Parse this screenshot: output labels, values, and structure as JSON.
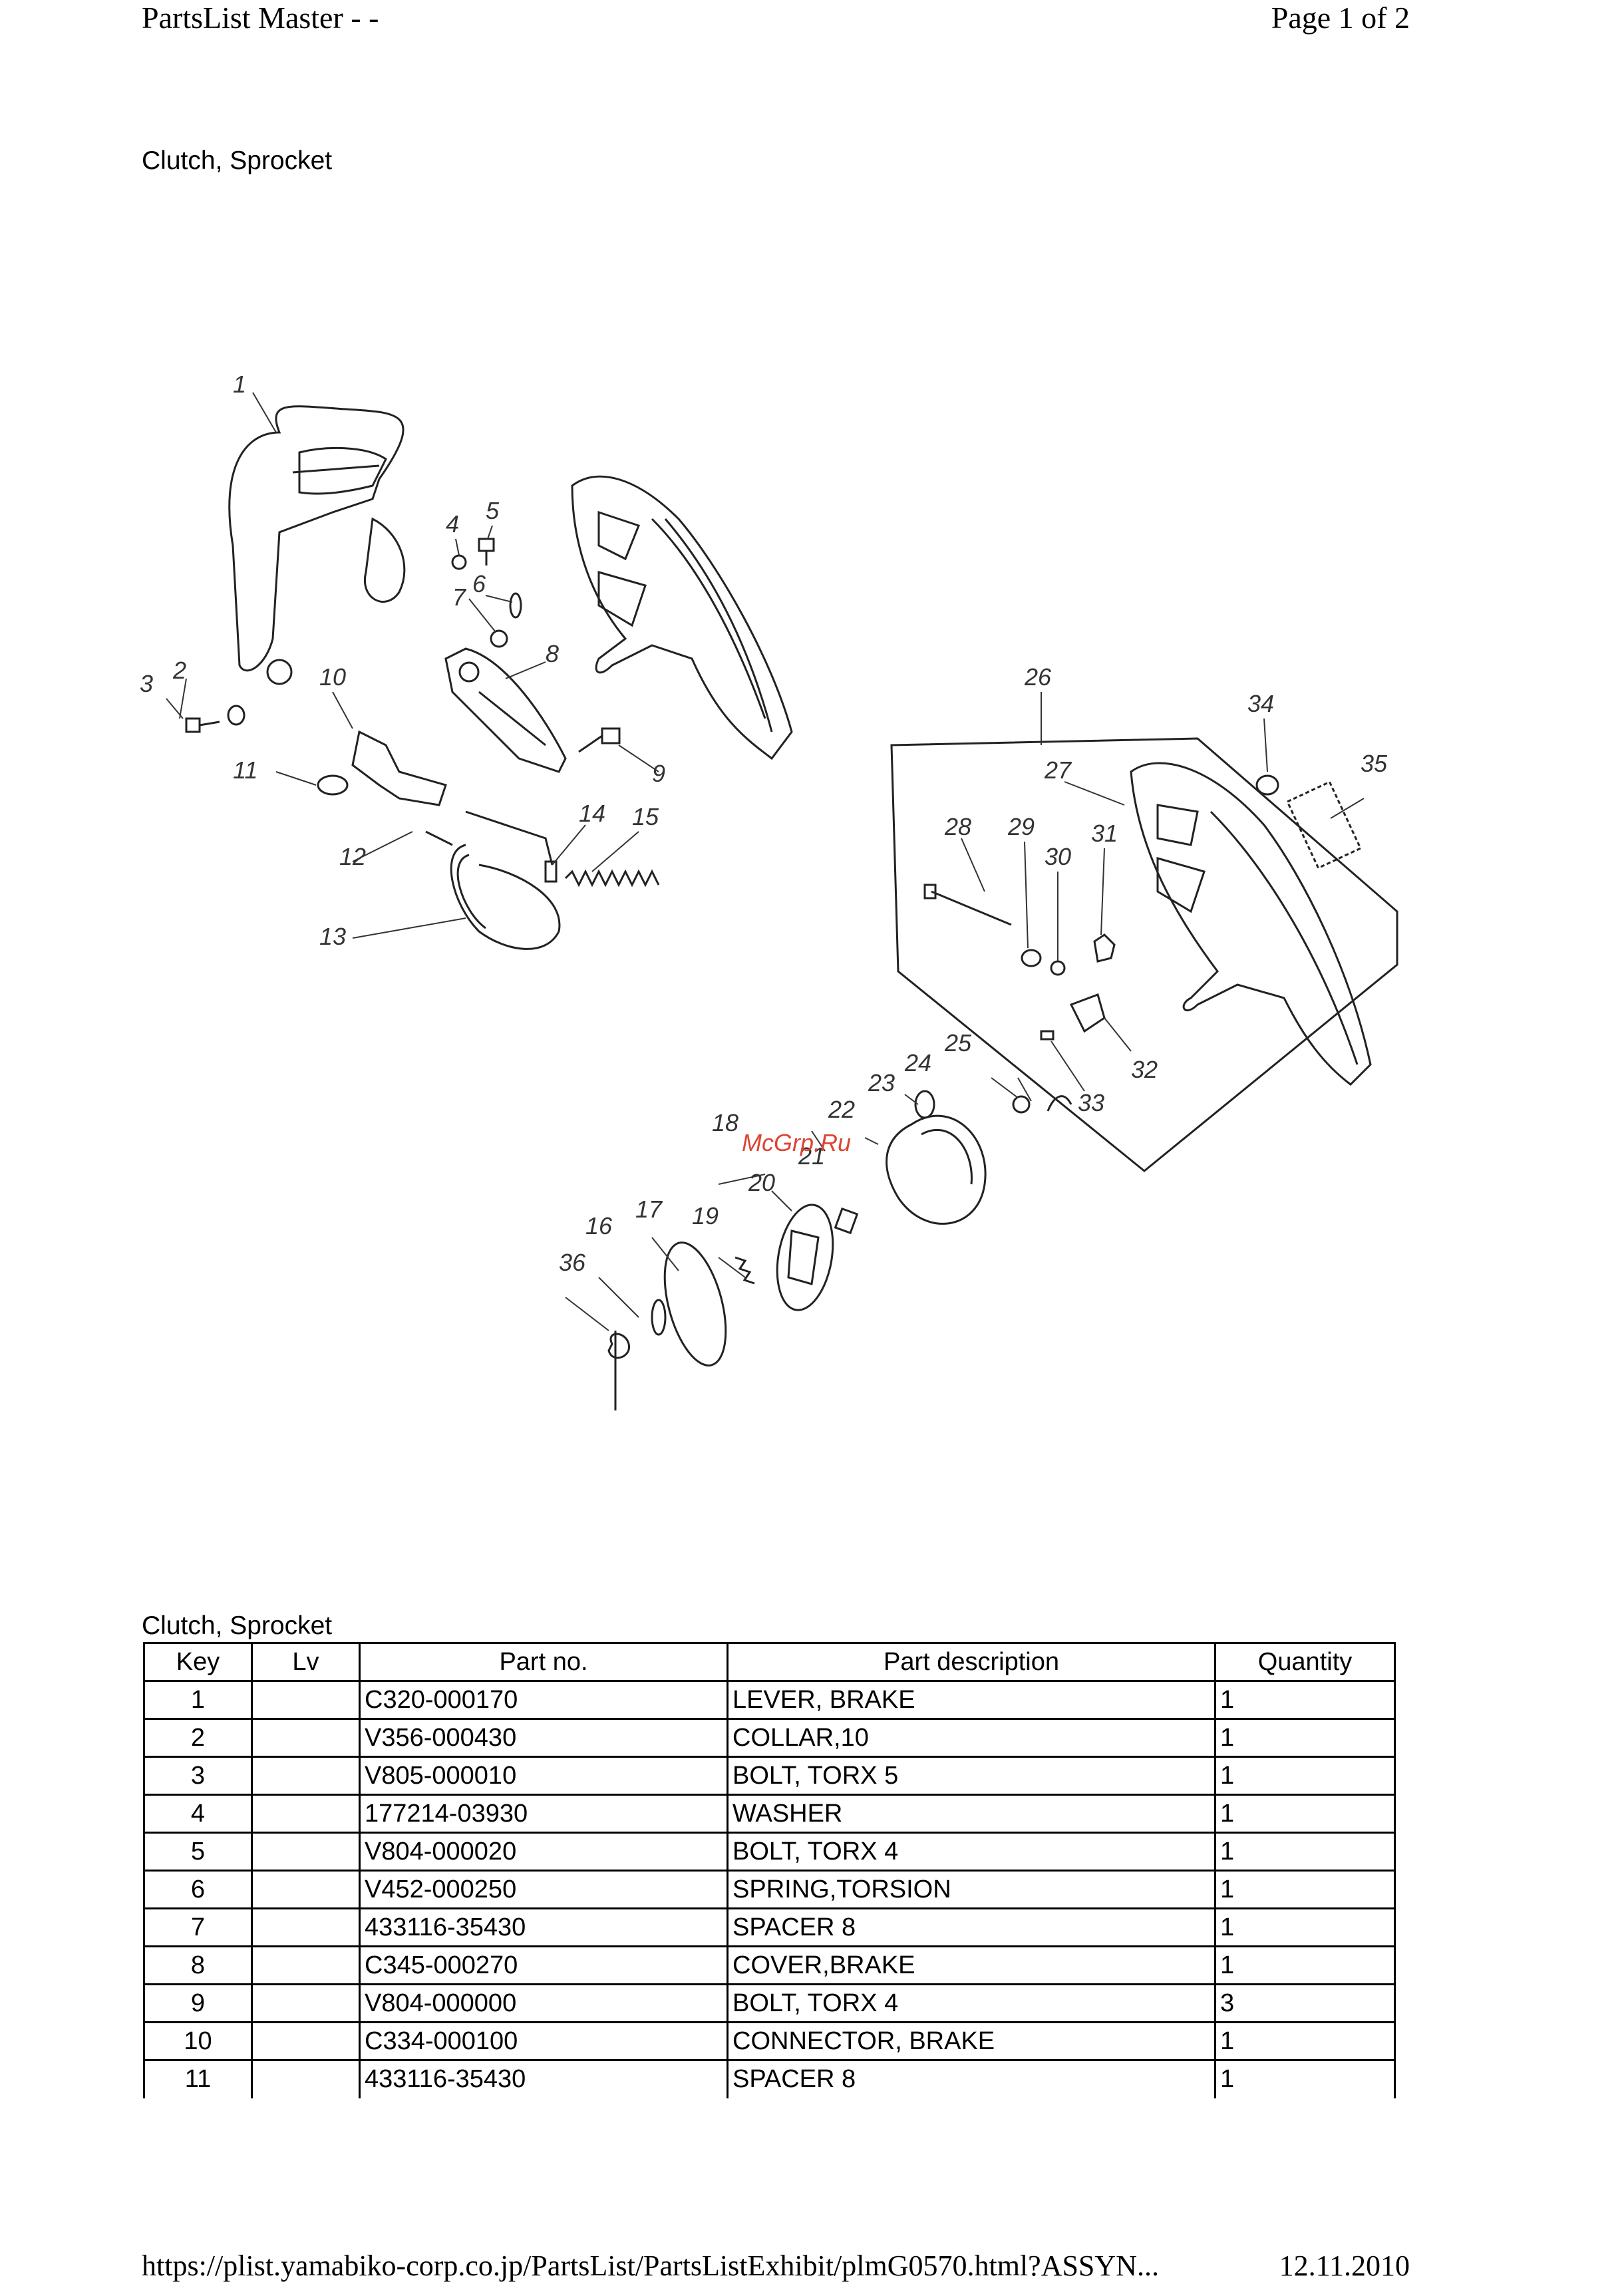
{
  "header": {
    "title": "PartsList Master - -",
    "page": "Page 1 of 2"
  },
  "section_title": "Clutch, Sprocket",
  "diagram": {
    "watermark": "McGrp.Ru",
    "callouts": [
      "1",
      "2",
      "3",
      "4",
      "5",
      "6",
      "7",
      "8",
      "9",
      "10",
      "11",
      "12",
      "13",
      "14",
      "15",
      "16",
      "17",
      "18",
      "19",
      "20",
      "21",
      "22",
      "23",
      "24",
      "25",
      "26",
      "27",
      "28",
      "29",
      "30",
      "31",
      "32",
      "33",
      "34",
      "35",
      "36"
    ]
  },
  "table": {
    "caption": "Clutch, Sprocket",
    "headers": [
      "Key",
      "Lv",
      "Part no.",
      "Part description",
      "Quantity"
    ],
    "rows": [
      [
        "1",
        "",
        "C320-000170",
        "LEVER, BRAKE",
        "1"
      ],
      [
        "2",
        "",
        "V356-000430",
        "COLLAR,10",
        "1"
      ],
      [
        "3",
        "",
        "V805-000010",
        "BOLT, TORX 5",
        "1"
      ],
      [
        "4",
        "",
        "177214-03930",
        "WASHER",
        "1"
      ],
      [
        "5",
        "",
        "V804-000020",
        "BOLT, TORX 4",
        "1"
      ],
      [
        "6",
        "",
        "V452-000250",
        "SPRING,TORSION",
        "1"
      ],
      [
        "7",
        "",
        "433116-35430",
        "SPACER 8",
        "1"
      ],
      [
        "8",
        "",
        "C345-000270",
        "COVER,BRAKE",
        "1"
      ],
      [
        "9",
        "",
        "V804-000000",
        "BOLT, TORX 4",
        "3"
      ],
      [
        "10",
        "",
        "C334-000100",
        "CONNECTOR, BRAKE",
        "1"
      ],
      [
        "11",
        "",
        "433116-35430",
        "SPACER 8",
        "1"
      ]
    ]
  },
  "footer": {
    "url": "https://plist.yamabiko-corp.co.jp/PartsList/PartsListExhibit/plmG0570.html?ASSYN...",
    "date": "12.11.2010"
  }
}
